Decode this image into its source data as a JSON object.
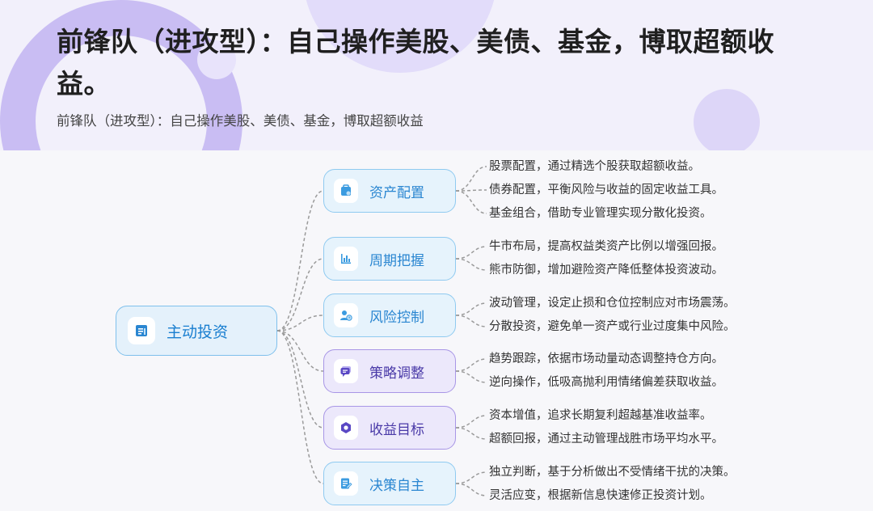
{
  "header": {
    "title": "前锋队（进攻型）：自己操作美股、美债、基金，博取超额收益。",
    "subtitle": "前锋队（进攻型）：自己操作美股、美债、基金，博取超额收益"
  },
  "mindmap": {
    "root": {
      "label": "主动投资",
      "icon": "document-icon"
    },
    "branches": [
      {
        "label": "资产配置",
        "icon": "bag-icon",
        "leaves": [
          "股票配置，通过精选个股获取超额收益。",
          "债券配置，平衡风险与收益的固定收益工具。",
          "基金组合，借助专业管理实现分散化投资。"
        ]
      },
      {
        "label": "周期把握",
        "icon": "bar-chart-icon",
        "leaves": [
          "牛市布局，提高权益类资产比例以增强回报。",
          "熊市防御，增加避险资产降低整体投资波动。"
        ]
      },
      {
        "label": "风险控制",
        "icon": "user-clock-icon",
        "leaves": [
          "波动管理，设定止损和仓位控制应对市场震荡。",
          "分散投资，避免单一资产或行业过度集中风险。"
        ]
      },
      {
        "label": "策略调整",
        "icon": "chat-icon",
        "leaves": [
          "趋势跟踪，依据市场动量动态调整持仓方向。",
          "逆向操作，低吸高抛利用情绪偏差获取收益。"
        ]
      },
      {
        "label": "收益目标",
        "icon": "hexagon-icon",
        "leaves": [
          "资本增值，追求长期复利超越基准收益率。",
          "超额回报，通过主动管理战胜市场平均水平。"
        ]
      },
      {
        "label": "决策自主",
        "icon": "edit-doc-icon",
        "leaves": [
          "独立判断，基于分析做出不受情绪干扰的决策。",
          "灵活应变，根据新信息快速修正投资计划。"
        ]
      }
    ]
  },
  "colors": {
    "blue": "#2a86d1",
    "purple": "#4a3aa8",
    "link": "#9a9a9a"
  }
}
